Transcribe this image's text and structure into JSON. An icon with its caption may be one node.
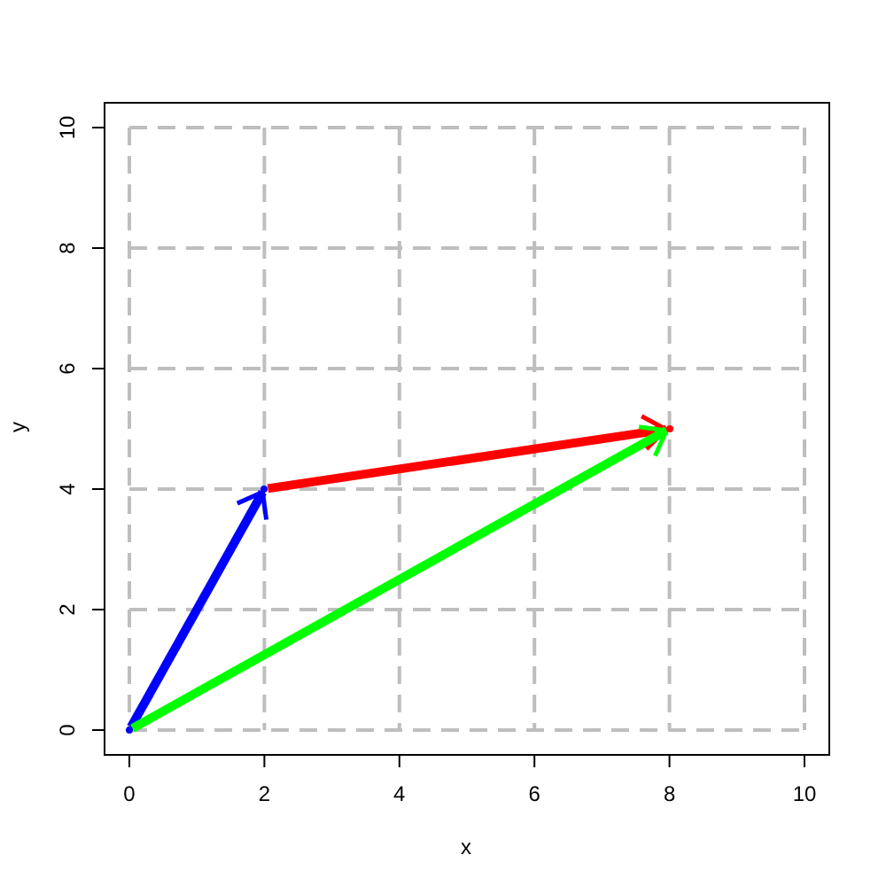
{
  "diagram": {
    "nodes": [
      {
        "text": [],
        "shape": "point"
      },
      {
        "text": [],
        "shape": "point"
      },
      {
        "text": [],
        "shape": "point"
      }
    ],
    "edges": [
      {
        "from": 0,
        "to": 1,
        "arrow": "to",
        "color": "#0000ff"
      },
      {
        "from": 1,
        "to": 2,
        "arrow": "to",
        "color": "#ff0000"
      },
      {
        "from": 0,
        "to": 2,
        "arrow": "to",
        "color": "#00ff00"
      }
    ],
    "labels": [
      "0",
      "2",
      "4",
      "6",
      "8",
      "10",
      "0",
      "2",
      "4",
      "6",
      "8",
      "10",
      "x",
      "y"
    ]
  }
}
